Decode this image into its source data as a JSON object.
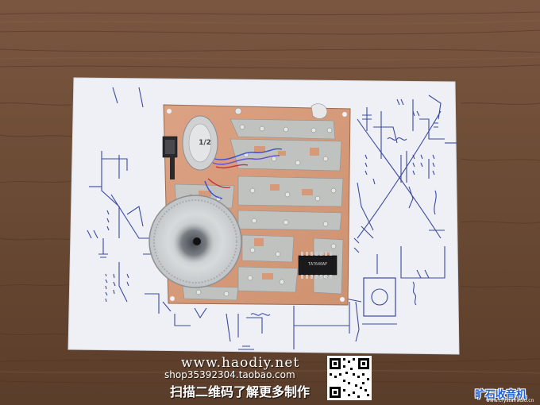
{
  "photo": {
    "subject": "",
    "chip_marking": "TA7640AP",
    "dial_marking": "1/2"
  },
  "watermark": {
    "site": "www.haodiy.net",
    "shop": "shop35392304.taobao.com",
    "scan_text": "扫描二维码了解更多制作",
    "logo_text": "旷石收音机",
    "logo_url": "www.crystalradio.cn"
  },
  "colors": {
    "wood": "#6b4a33",
    "paper": "#eef0f6",
    "copper": "#d69a78",
    "accent_logo": "#1f5fd8"
  }
}
